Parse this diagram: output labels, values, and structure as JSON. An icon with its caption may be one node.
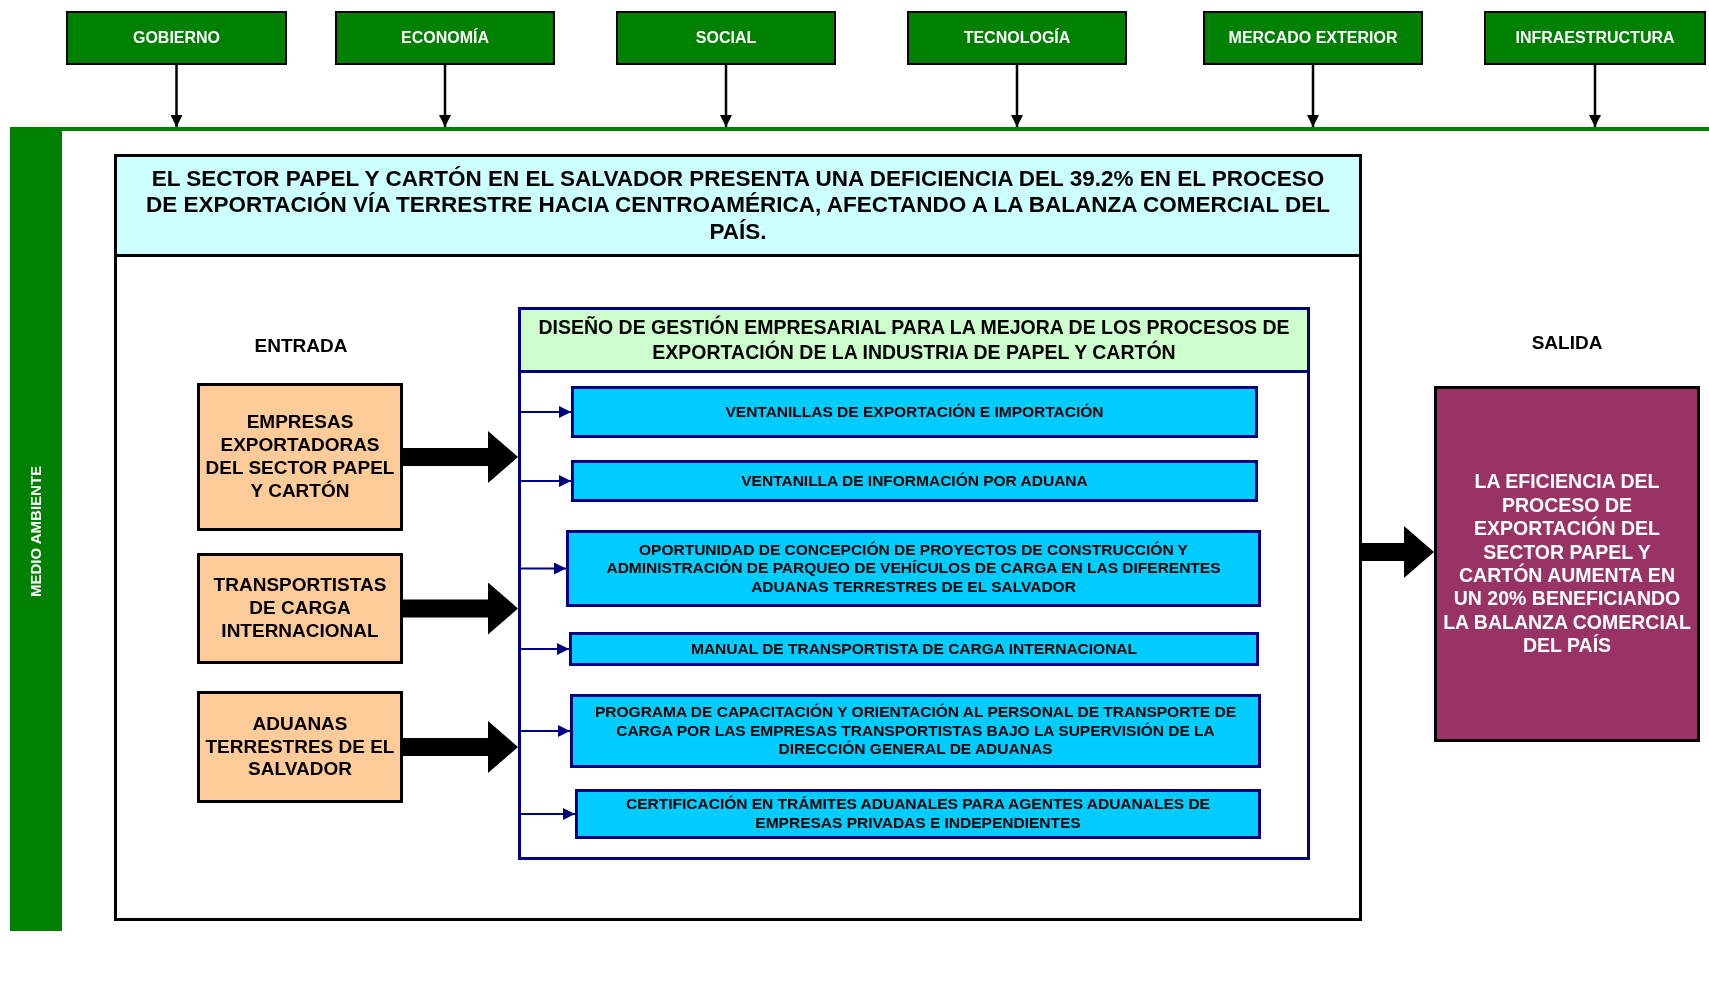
{
  "diagram": {
    "nodes": [
      {
        "text": [
          "GOBIERNO"
        ]
      },
      {
        "text": [
          "ECONOMÍA"
        ]
      },
      {
        "text": [
          "SOCIAL"
        ]
      },
      {
        "text": [
          "TECNOLOGÍA"
        ]
      },
      {
        "text": [
          "MERCADO EXTERIOR"
        ]
      },
      {
        "text": [
          "INFRAESTRUCTURA"
        ]
      },
      {
        "text": [
          "MEDIO AMBIENTE"
        ]
      },
      {
        "text": [
          "EL SECTOR PAPEL Y CARTÓN EN EL SALVADOR PRESENTA UNA DEFICIENCIA DEL 39.2% EN EL PROCESO DE EXPORTACIÓN VÍA TERRESTRE HACIA CENTROAMÉRICA, AFECTANDO A LA BALANZA COMERCIAL DEL PAÍS."
        ],
        "in": 6
      },
      {
        "text": [
          "EMPRESAS EXPORTADORAS DEL SECTOR PAPEL Y CARTÓN"
        ],
        "in": 7
      },
      {
        "text": [
          "TRANSPORTISTAS DE CARGA INTERNACIONAL"
        ],
        "in": 7
      },
      {
        "text": [
          "ADUANAS TERRESTRES DE EL SALVADOR"
        ],
        "in": 7
      },
      {
        "text": [
          "DISEÑO DE GESTIÓN EMPRESARIAL PARA LA MEJORA DE LOS PROCESOS DE EXPORTACIÓN DE LA INDUSTRIA DE PAPEL Y CARTÓN"
        ],
        "in": 7
      },
      {
        "text": [
          "VENTANILLAS DE EXPORTACIÓN E IMPORTACIÓN"
        ],
        "in": 11
      },
      {
        "text": [
          "VENTANILLA DE INFORMACIÓN POR ADUANA"
        ],
        "in": 11
      },
      {
        "text": [
          "OPORTUNIDAD DE CONCEPCIÓN DE PROYECTOS DE CONSTRUCCIÓN Y ADMINISTRACIÓN DE PARQUEO DE VEHÍCULOS DE CARGA EN LAS DIFERENTES ADUANAS TERRESTRES DE EL SALVADOR"
        ],
        "in": 11
      },
      {
        "text": [
          "MANUAL DE TRANSPORTISTA DE CARGA INTERNACIONAL"
        ],
        "in": 11
      },
      {
        "text": [
          "PROGRAMA DE CAPACITACIÓN Y ORIENTACIÓN AL PERSONAL DE TRANSPORTE DE CARGA POR LAS EMPRESAS TRANSPORTISTAS BAJO LA SUPERVISIÓN DE LA DIRECCIÓN GENERAL DE ADUANAS"
        ],
        "in": 11
      },
      {
        "text": [
          "CERTIFICACIÓN EN TRÁMITES ADUANALES PARA AGENTES ADUANALES DE EMPRESAS PRIVADAS E INDEPENDIENTES"
        ],
        "in": 11
      },
      {
        "text": [
          "LA EFICIENCIA DEL PROCESO DE EXPORTACIÓN DEL SECTOR PAPEL Y CARTÓN AUMENTA EN UN 20% BENEFICIANDO LA BALANZA COMERCIAL DEL PAÍS"
        ],
        "in": 6,
        "beside": [
          "SALIDA"
        ]
      }
    ],
    "edges": [
      {
        "from": 0,
        "to": 6,
        "arrow": "to"
      },
      {
        "from": 1,
        "to": 6,
        "arrow": "to"
      },
      {
        "from": 2,
        "to": 6,
        "arrow": "to"
      },
      {
        "from": 3,
        "to": 6,
        "arrow": "to"
      },
      {
        "from": 4,
        "to": 6,
        "arrow": "to"
      },
      {
        "from": 5,
        "to": 6,
        "arrow": "to"
      },
      {
        "from": 8,
        "to": 11,
        "arrow": "to",
        "style": "thick"
      },
      {
        "from": 9,
        "to": 11,
        "arrow": "to",
        "style": "thick"
      },
      {
        "from": 10,
        "to": 11,
        "arrow": "to",
        "style": "thick"
      },
      {
        "from": 11,
        "to": 12,
        "arrow": "to",
        "color": "#000080"
      },
      {
        "from": 11,
        "to": 13,
        "arrow": "to",
        "color": "#000080"
      },
      {
        "from": 11,
        "to": 14,
        "arrow": "to",
        "color": "#000080"
      },
      {
        "from": 11,
        "to": 15,
        "arrow": "to",
        "color": "#000080"
      },
      {
        "from": 11,
        "to": 16,
        "arrow": "to",
        "color": "#000080"
      },
      {
        "from": 11,
        "to": 17,
        "arrow": "to",
        "color": "#000080"
      },
      {
        "from": 7,
        "to": 18,
        "arrow": "to",
        "style": "thick"
      }
    ],
    "labels": [
      "ENTRADA"
    ]
  }
}
